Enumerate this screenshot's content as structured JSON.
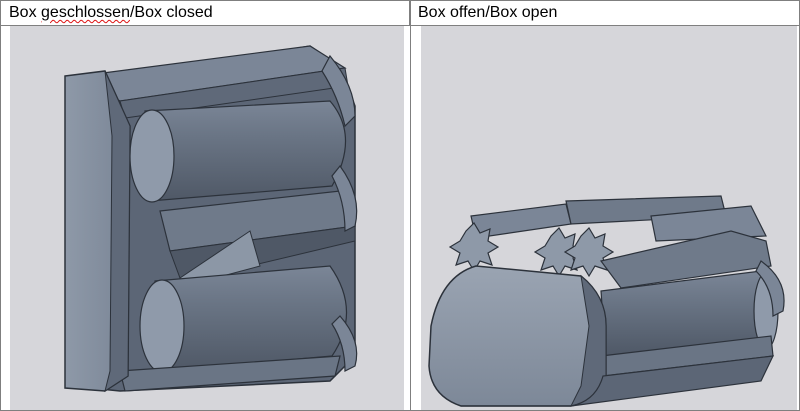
{
  "table": {
    "headers": {
      "closed_prefix": "Box ",
      "closed_underlined": "geschlossen",
      "closed_suffix": "/Box closed",
      "open": "Box offen/Box open"
    }
  },
  "images": {
    "closed": {
      "icon": "box-closed-render"
    },
    "open": {
      "icon": "box-open-render"
    }
  },
  "colors": {
    "background": "#d2d2d6",
    "body": "#6b7686",
    "body_light": "#8e99a8",
    "body_dark": "#4a5361",
    "edge": "#2c323b",
    "highlight": "#b8c1cc"
  }
}
